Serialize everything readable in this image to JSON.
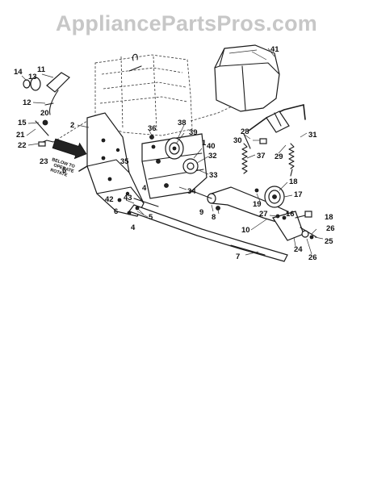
{
  "watermark": "AppliancePartsPros.com",
  "frame_stencil": [
    "BELOW TO",
    "OPERATE",
    "ROTATE"
  ],
  "callouts": {
    "c14": "14",
    "c13": "13",
    "c11": "11",
    "c12": "12",
    "c20": "20",
    "c15": "15",
    "c21": "21",
    "c22": "22",
    "c23": "23",
    "c6a": "6",
    "c2": "2",
    "c38": "38",
    "c39": "39",
    "c36": "36",
    "c1": "1",
    "c40": "40",
    "c32": "32",
    "c35": "35",
    "c33": "33",
    "c34": "34",
    "c42": "42",
    "c43": "43",
    "c6b": "6",
    "c5": "5",
    "c4a": "4",
    "c4b": "4",
    "c41": "41",
    "c28": "28",
    "c30": "30",
    "c29": "29",
    "c31": "31",
    "c37": "37",
    "c18a": "18",
    "c17": "17",
    "c19": "19",
    "c9": "9",
    "c8": "8",
    "c10": "10",
    "c27": "27",
    "c16": "16",
    "c24": "24",
    "c18b": "18",
    "c26a": "26",
    "c25": "25",
    "c26b": "26",
    "c7": "7"
  }
}
